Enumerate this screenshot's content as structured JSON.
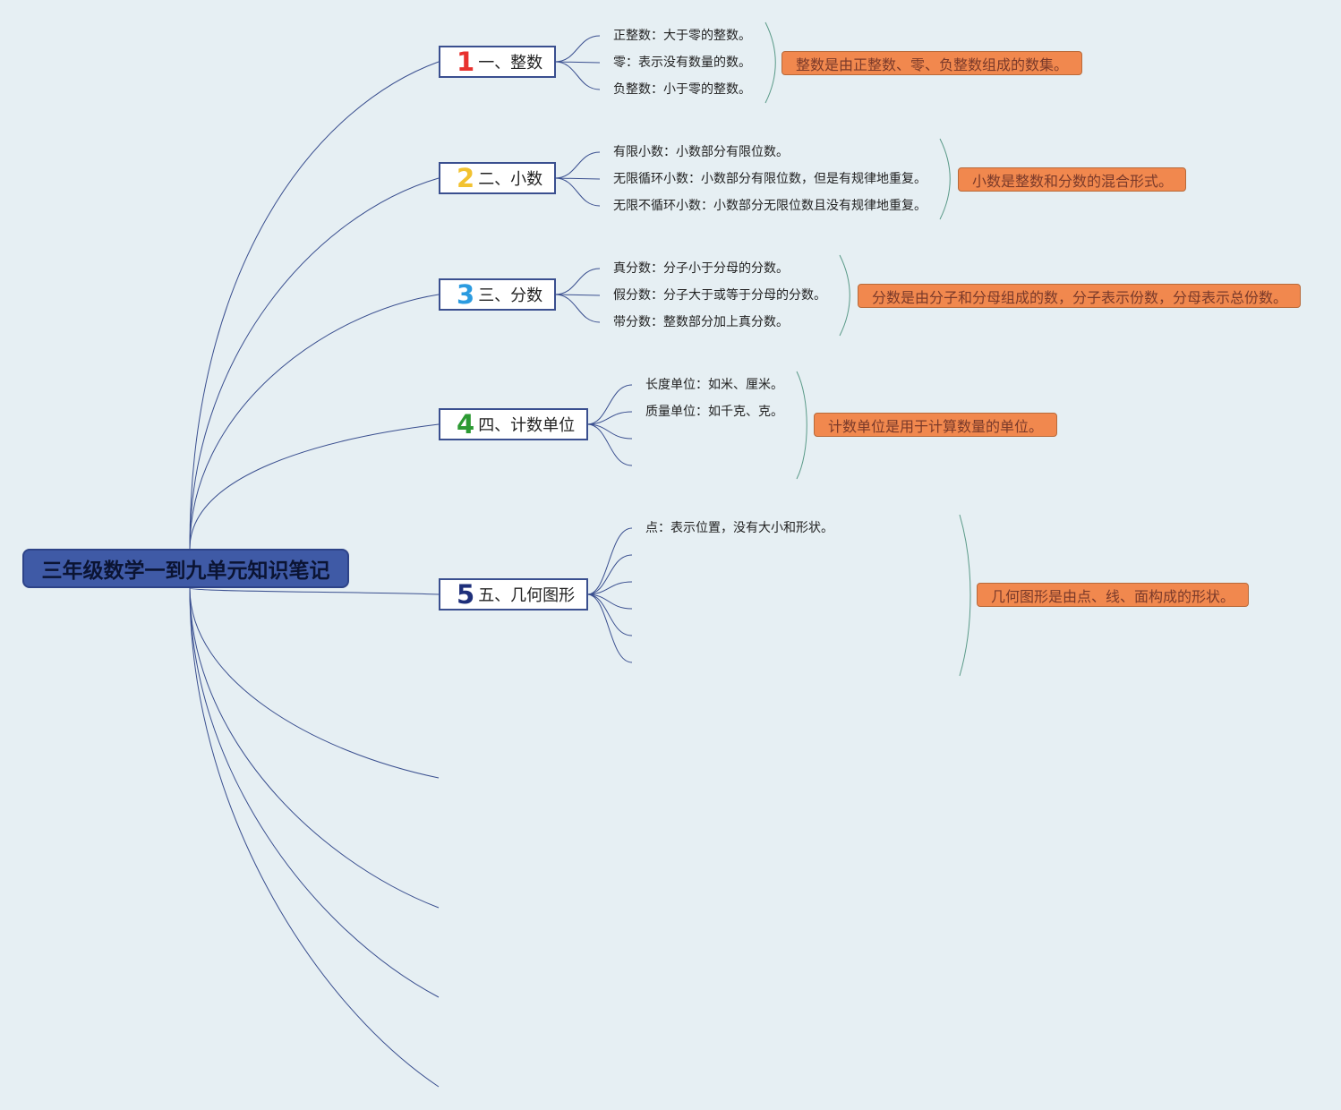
{
  "root": {
    "label": "三年级数学一到九单元知识笔记"
  },
  "topics": [
    {
      "number": "1",
      "label": "一、整数",
      "num_color": "#e8322f",
      "children": [
        "正整数：大于零的整数。",
        "零：表示没有数量的数。",
        "负整数：小于零的整数。"
      ],
      "summary": "整数是由正整数、零、负整数组成的数集。"
    },
    {
      "number": "2",
      "label": "二、小数",
      "num_color": "#f2c230",
      "children": [
        "有限小数：小数部分有限位数。",
        "无限循环小数：小数部分有限位数，但是有规律地重复。",
        "无限不循环小数：小数部分无限位数且没有规律地重复。"
      ],
      "summary": "小数是整数和分数的混合形式。"
    },
    {
      "number": "3",
      "label": "三、分数",
      "num_color": "#2b9be0",
      "children": [
        "真分数：分子小于分母的分数。",
        "假分数：分子大于或等于分母的分数。",
        "带分数：整数部分加上真分数。"
      ],
      "summary": "分数是由分子和分母组成的数，分子表示份数，分母表示总份数。"
    },
    {
      "number": "4",
      "label": "四、计数单位",
      "num_color": "#2c9a33",
      "children": [
        "长度单位：如米、厘米。",
        "质量单位：如千克、克。"
      ],
      "summary": "计数单位是用于计算数量的单位。"
    },
    {
      "number": "5",
      "label": "五、几何图形",
      "num_color": "#1e2f7a",
      "children": [
        "点：表示位置，没有大小和形状。"
      ],
      "summary": "几何图形是由点、线、面构成的形状。"
    }
  ],
  "colors": {
    "background": "#e6eff3",
    "root_fill": "#3f5aa6",
    "connector": "#3a4f8f",
    "summary_fill": "#f1884e",
    "bracket": "#5a9a88"
  }
}
